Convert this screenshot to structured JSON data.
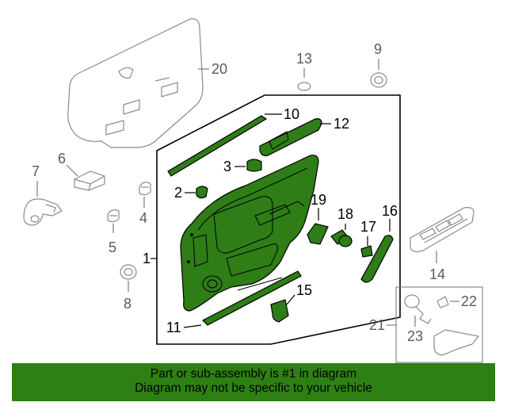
{
  "callouts": {
    "c1": "1",
    "c2": "2",
    "c3": "3",
    "c4": "4",
    "c5": "5",
    "c6": "6",
    "c7": "7",
    "c8": "8",
    "c9": "9",
    "c10": "10",
    "c11": "11",
    "c12": "12",
    "c13": "13",
    "c14": "14",
    "c15": "15",
    "c16": "16",
    "c17": "17",
    "c18": "18",
    "c19": "19",
    "c20": "20",
    "c21": "21",
    "c22": "22",
    "c23": "23"
  },
  "colors": {
    "highlight": "#2e7d17",
    "banner": "#2e8013"
  },
  "banner": {
    "line1": "Part or sub-assembly is #1 in diagram",
    "line2": "Diagram may not be specific to your vehicle"
  }
}
